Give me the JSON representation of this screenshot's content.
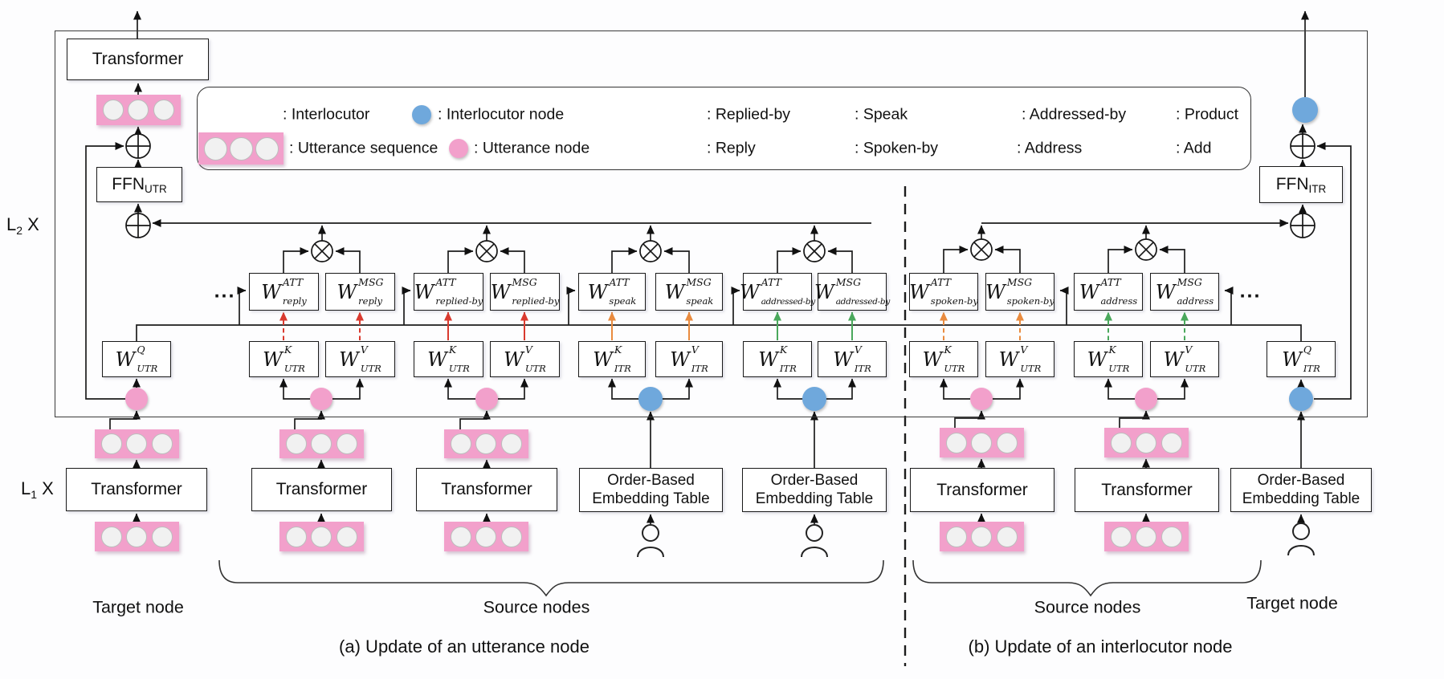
{
  "figure": {
    "caption_a": "(a) Update of an utterance node",
    "caption_b": "(b) Update of an interlocutor node"
  },
  "legend": {
    "interlocutor": ": Interlocutor",
    "interlocutor_node": ": Interlocutor node",
    "replied_by": ": Replied-by",
    "speak": ": Speak",
    "addressed_by": ": Addressed-by",
    "product": ": Product",
    "utterance_sequence": ": Utterance sequence",
    "utterance_node": ": Utterance node",
    "reply": ": Reply",
    "spoken_by": ": Spoken-by",
    "address": ": Address",
    "add": ": Add"
  },
  "labels": {
    "transformer": "Transformer",
    "ffn_utr": {
      "base": "FFN",
      "sub": "UTR"
    },
    "ffn_itr": {
      "base": "FFN",
      "sub": "ITR"
    },
    "obet_line1": "Order-Based",
    "obet_line2": "Embedding Table",
    "l_outer": {
      "base": "L",
      "sub": "2",
      "mult": "X"
    },
    "l_inner": {
      "base": "L",
      "sub": "1",
      "mult": "X"
    },
    "dots": "...",
    "target_node_a": "Target node",
    "source_nodes_a": "Source nodes",
    "source_nodes_b": "Source nodes",
    "target_node_b": "Target node"
  },
  "weights": {
    "q_utr": {
      "base": "W",
      "sup": "Q",
      "sub": "UTR"
    },
    "k_utr": {
      "base": "W",
      "sup": "K",
      "sub": "UTR"
    },
    "v_utr": {
      "base": "W",
      "sup": "V",
      "sub": "UTR"
    },
    "q_itr": {
      "base": "W",
      "sup": "Q",
      "sub": "ITR"
    },
    "k_itr": {
      "base": "W",
      "sup": "K",
      "sub": "ITR"
    },
    "v_itr": {
      "base": "W",
      "sup": "V",
      "sub": "ITR"
    },
    "att_reply": {
      "base": "W",
      "sup": "ATT",
      "sub": "reply"
    },
    "msg_reply": {
      "base": "W",
      "sup": "MSG",
      "sub": "reply"
    },
    "att_replied_by": {
      "base": "W",
      "sup": "ATT",
      "sub": "replied-by"
    },
    "msg_replied_by": {
      "base": "W",
      "sup": "MSG",
      "sub": "replied-by"
    },
    "att_speak": {
      "base": "W",
      "sup": "ATT",
      "sub": "speak"
    },
    "msg_speak": {
      "base": "W",
      "sup": "MSG",
      "sub": "speak"
    },
    "att_addressed_by": {
      "base": "W",
      "sup": "ATT",
      "sub": "addressed-by"
    },
    "msg_addressed_by": {
      "base": "W",
      "sup": "MSG",
      "sub": "addressed-by"
    },
    "att_spoken_by": {
      "base": "W",
      "sup": "ATT",
      "sub": "spoken-by"
    },
    "msg_spoken_by": {
      "base": "W",
      "sup": "MSG",
      "sub": "spoken-by"
    },
    "att_address": {
      "base": "W",
      "sup": "ATT",
      "sub": "address"
    },
    "msg_address": {
      "base": "W",
      "sup": "MSG",
      "sub": "address"
    }
  },
  "colors": {
    "replied_by_red": "#d93a2f",
    "speak_orange": "#e98b3f",
    "addressed_by_green": "#4aa85c",
    "utterance_pink": "#f2a0cb",
    "interlocutor_blue": "#6fa8dc"
  }
}
